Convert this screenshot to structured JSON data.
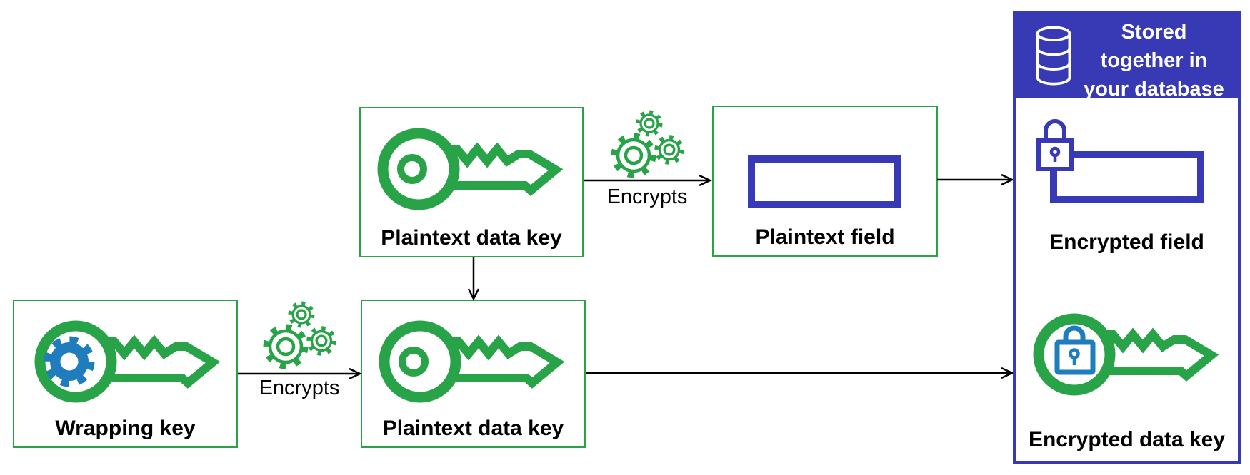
{
  "colors": {
    "green": "#28A348",
    "indigo": "#3839B4",
    "azure": "#1F7DBD",
    "arrow": "#000000"
  },
  "boxes": {
    "wrapping_key": {
      "label": "Wrapping key",
      "icon": "key-with-gear-icon"
    },
    "plaintext_data_key_top": {
      "label": "Plaintext data key",
      "icon": "key-icon"
    },
    "plaintext_data_key_bottom": {
      "label": "Plaintext data key",
      "icon": "key-icon"
    },
    "plaintext_field": {
      "label": "Plaintext field",
      "icon": "field-rectangle"
    }
  },
  "arrows": {
    "encrypts_top": {
      "label": "Encrypts",
      "icon": "gears-icon"
    },
    "encrypts_bottom": {
      "label": "Encrypts",
      "icon": "gears-icon"
    }
  },
  "panel": {
    "header": {
      "lines": [
        "Stored",
        "together in",
        "your database"
      ],
      "icon": "database-icon"
    },
    "encrypted_field": {
      "label": "Encrypted field",
      "icons": [
        "lock-icon",
        "field-rectangle"
      ]
    },
    "encrypted_data_key": {
      "label": "Encrypted data key",
      "icons": [
        "key-icon",
        "lock-icon"
      ]
    }
  }
}
